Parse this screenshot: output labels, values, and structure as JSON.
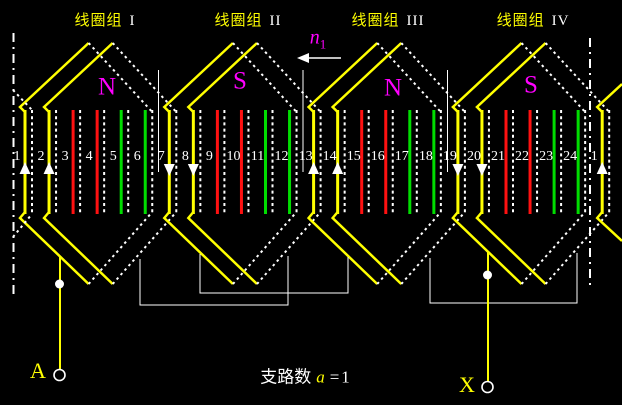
{
  "colors": {
    "phase_a": "#ffff00",
    "phase_b": "#ff1111",
    "phase_c": "#00dd00",
    "pole_label": "#ff00ff",
    "wire": "#ffffff",
    "background": "#000000"
  },
  "coil_groups": [
    {
      "name": "线圈组",
      "numeral": "I",
      "pole": "N"
    },
    {
      "name": "线圈组",
      "numeral": "II",
      "pole": "S"
    },
    {
      "name": "线圈组",
      "numeral": "III",
      "pole": "N"
    },
    {
      "name": "线圈组",
      "numeral": "IV",
      "pole": "S"
    }
  ],
  "speed": {
    "symbol": "n",
    "subscript": "1"
  },
  "caption": {
    "label": "支路数",
    "symbol": "a",
    "equals": "=",
    "value": "1"
  },
  "terminals": {
    "start": "A",
    "end": "X"
  },
  "slots": {
    "numbers": [
      "1",
      "2",
      "3",
      "4",
      "5",
      "6",
      "7",
      "8",
      "9",
      "10",
      "11",
      "12",
      "13",
      "14",
      "15",
      "16",
      "17",
      "18",
      "19",
      "20",
      "21",
      "22",
      "23",
      "24",
      "1"
    ],
    "phase_pattern_per_6": [
      "a",
      "a",
      "b",
      "b",
      "c",
      "c"
    ],
    "arrows_up_slots": [
      1,
      2,
      13,
      14,
      25
    ],
    "arrows_down_slots": [
      7,
      8,
      19,
      20
    ]
  },
  "coils_solid_to_dotted": [
    [
      1,
      6
    ],
    [
      2,
      7
    ],
    [
      7,
      12
    ],
    [
      8,
      13
    ],
    [
      13,
      18
    ],
    [
      14,
      19
    ],
    [
      19,
      24
    ],
    [
      20,
      25
    ]
  ]
}
